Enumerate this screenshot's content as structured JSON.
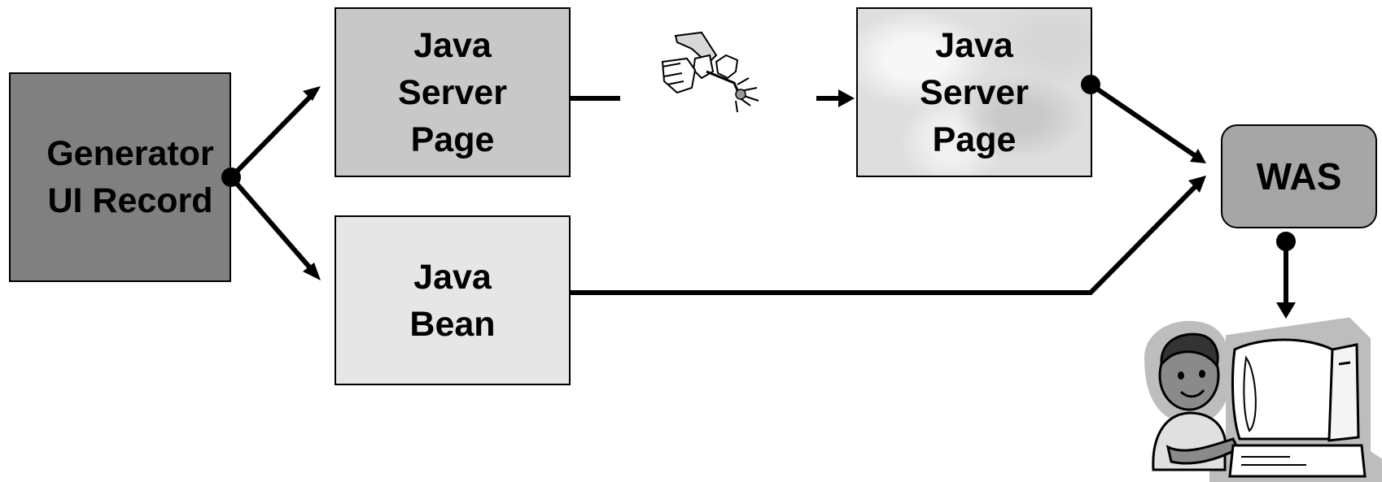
{
  "nodes": {
    "generator": {
      "line1": "Generator",
      "line2": "UI Record"
    },
    "jsp_source": {
      "line1": "Java",
      "line2": "Server",
      "line3": "Page"
    },
    "java_bean": {
      "line1": "Java",
      "line2": "Bean"
    },
    "jsp_compiled": {
      "line1": "Java",
      "line2": "Server",
      "line3": "Page"
    },
    "was": {
      "label": "WAS"
    }
  },
  "icons": {
    "compile": "hammer-and-chisel-icon",
    "user": "user-at-computer-icon"
  },
  "colors": {
    "generator_fill": "#808080",
    "jsp_source_fill": "#c8c8c8",
    "java_bean_fill": "#e6e6e6",
    "was_fill": "#a6a6a6"
  }
}
